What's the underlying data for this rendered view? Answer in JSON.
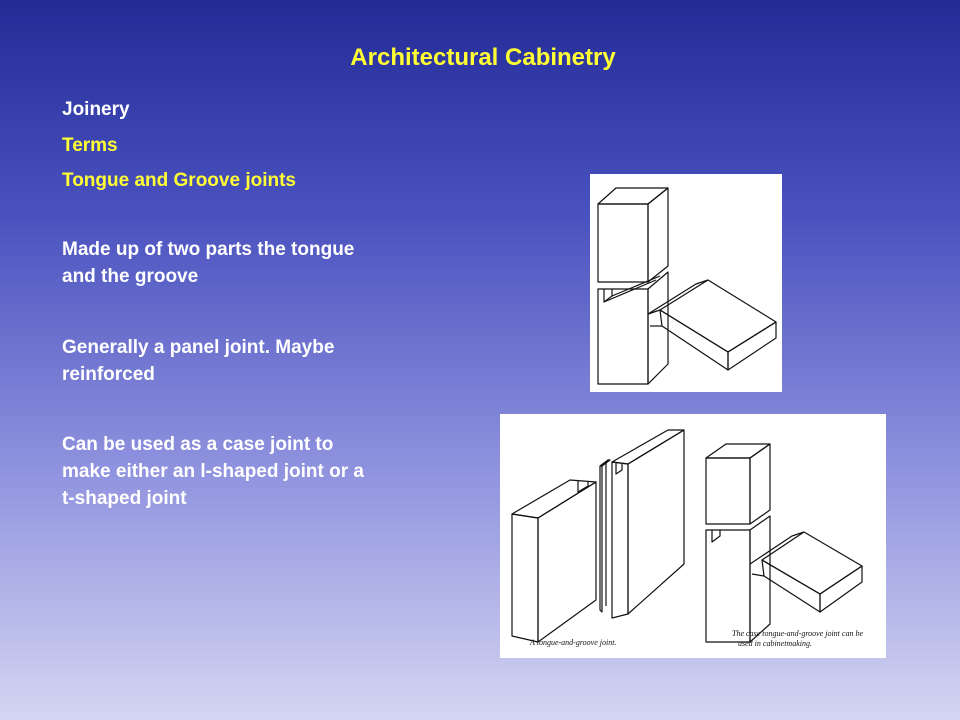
{
  "slide": {
    "title": "Architectural Cabinetry",
    "heading": "Joinery",
    "sub1": "Terms",
    "sub2": "Tongue and Groove joints",
    "bullet1_line1": "Made up of two parts the tongue",
    "bullet1_line2": "and the groove",
    "bullet2_line1": "Generally a panel joint.  Maybe",
    "bullet2_line2": "reinforced",
    "bullet3_line1": "Can be used as a case joint to",
    "bullet3_line2": "make either an l-shaped joint or a",
    "bullet3_line3": "t-shaped joint"
  },
  "figure2": {
    "caption_left": "A tongue-and-groove joint.",
    "caption_right_line1": "The case tongue-and-groove joint can be",
    "caption_right_line2": "used in cabinetmaking."
  },
  "colors": {
    "title": "#ffff33",
    "subheading": "#ffff33",
    "body": "#ffffff"
  }
}
